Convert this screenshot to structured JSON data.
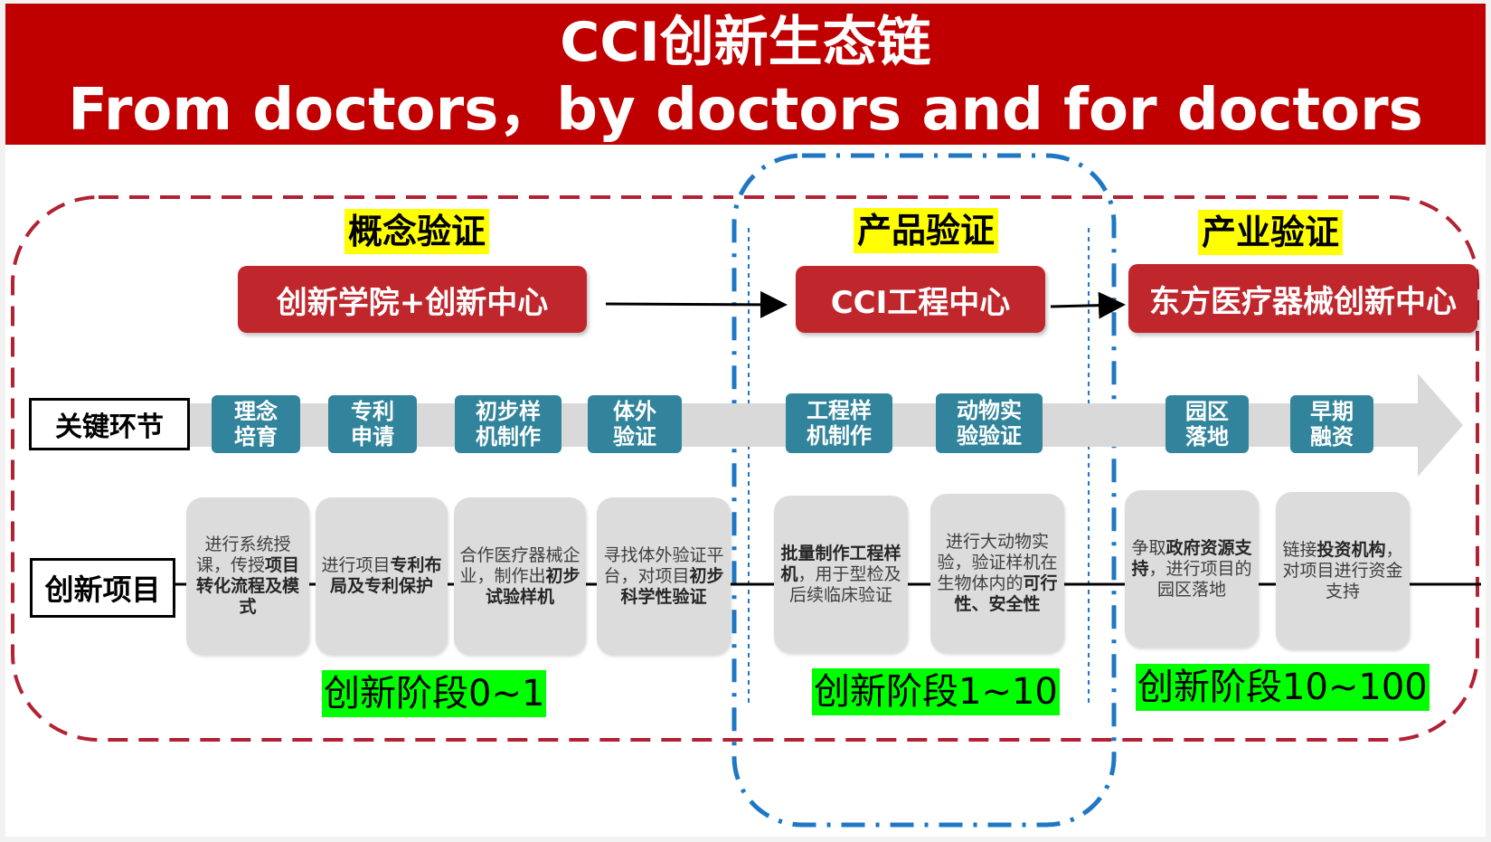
{
  "title_line1": "CCI创新生态链",
  "title_line2": "From doctors，by doctors and for doctors",
  "stages": [
    {
      "label": "概念验证",
      "center": "创新学院+创新中心",
      "phase": "创新阶段0~1"
    },
    {
      "label": "产品验证",
      "center": "CCI工程中心",
      "phase": "创新阶段1~10"
    },
    {
      "label": "产业验证",
      "center": "东方医疗器械创新中心",
      "phase": "创新阶段10~100"
    }
  ],
  "row_labels": {
    "key_steps": "关键环节",
    "projects": "创新项目"
  },
  "steps": [
    {
      "line1": "理念",
      "line2": "培育"
    },
    {
      "line1": "专利",
      "line2": "申请"
    },
    {
      "line1": "初步样",
      "line2": "机制作"
    },
    {
      "line1": "体外",
      "line2": "验证"
    },
    {
      "line1": "工程样",
      "line2": "机制作"
    },
    {
      "line1": "动物实",
      "line2": "验验证"
    },
    {
      "line1": "园区",
      "line2": "落地"
    },
    {
      "line1": "早期",
      "line2": "融资"
    }
  ],
  "projects": [
    {
      "segments": [
        {
          "text": "进行系统授课，传授",
          "bold": false
        },
        {
          "text": "项目转化流程及模式",
          "bold": true
        }
      ]
    },
    {
      "segments": [
        {
          "text": "进行项目",
          "bold": false
        },
        {
          "text": "专利布局及专利保护",
          "bold": true
        }
      ]
    },
    {
      "segments": [
        {
          "text": "合作医疗器械企业，制作出",
          "bold": false
        },
        {
          "text": "初步试验样机",
          "bold": true
        }
      ]
    },
    {
      "segments": [
        {
          "text": "寻找体外验证平台，对项目",
          "bold": false
        },
        {
          "text": "初步科学性验证",
          "bold": true
        }
      ]
    },
    {
      "segments": [
        {
          "text": "批量制作工程样机",
          "bold": true
        },
        {
          "text": "，用于型检及后续临床验证",
          "bold": false
        }
      ]
    },
    {
      "segments": [
        {
          "text": "进行大动物实验，验证样机在生物体内的",
          "bold": false
        },
        {
          "text": "可行性、安全性",
          "bold": true
        }
      ]
    },
    {
      "segments": [
        {
          "text": "争取",
          "bold": false
        },
        {
          "text": "政府资源支持",
          "bold": true
        },
        {
          "text": "，进行项目的园区落地",
          "bold": false
        }
      ]
    },
    {
      "segments": [
        {
          "text": "链接",
          "bold": false
        },
        {
          "text": "投资机构",
          "bold": true
        },
        {
          "text": "，对项目进行资金支持",
          "bold": false
        }
      ]
    }
  ],
  "colors": {
    "header_red": "#c00000",
    "box_red": "#c0272d",
    "step_teal": "#31849b",
    "dashed_red": "#b22234",
    "dashed_blue": "#1f77c4",
    "highlight_yellow": "#ffff00",
    "highlight_green": "#00ff00",
    "arrow_gray": "#d9d9d9"
  }
}
